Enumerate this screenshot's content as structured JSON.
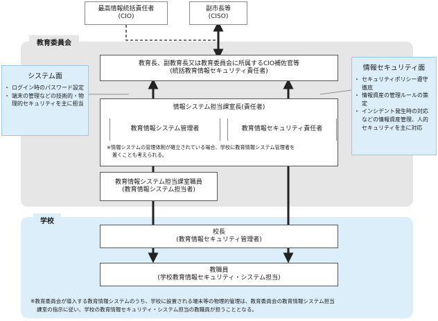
{
  "top": {
    "cio": {
      "title": "最高情報統括責任者",
      "abbr": "(CIO)"
    },
    "ciso": {
      "title": "副市長等",
      "abbr": "(CISO)"
    }
  },
  "edu_board": {
    "label": "教育委員会",
    "cio_assistant": {
      "line1": "教育長、副教育長又は教育委員会に所属するCIO補佐官等",
      "line2": "(統括教育情報セキュリティ責任者)"
    },
    "division_head": {
      "title": "情報システム担当課室長(責任者)",
      "sys_manager": "教育情報システム管理者",
      "sec_manager": "教育情報セキュリティ責任者",
      "note_line1": "※情報システムの管理体制が確立されている場合、学校に教育情報システム管理者を",
      "note_line2": "置くことも考えられる。"
    },
    "staff": {
      "line1": "教育情報システム担当課室職員",
      "line2": "(教育情報システム担当者)"
    }
  },
  "system_side": {
    "title": "システム面",
    "items": [
      "ログイン時のパスワード設定",
      "端末の管理などの技術的・物理的セキュリティを主に担当"
    ]
  },
  "security_side": {
    "title": "情報セキュリティ面",
    "items": [
      "セキュリティポリシー遵守徹底",
      "情報資産の管理ルールの策定",
      "インシデント発生時の対応などの情報資産管理、人的セキュリティを主に対応"
    ]
  },
  "school": {
    "label": "学校",
    "principal": {
      "line1": "校長",
      "line2": "(教育情報セキュリティ管理者)"
    },
    "staff": {
      "line1": "教職員",
      "line2": "(学校教育情報セキュリティ・システム担当)"
    },
    "note_line1": "※教育委員会が導入する教育情報システムのうち、学校に設置される端末等の物理的管理は、教育委員会の教育情報システム担当",
    "note_line2": "課室の指示に従い、学校の教育情報セキュリティ・システム担当の教職員が担うこととなる。"
  }
}
